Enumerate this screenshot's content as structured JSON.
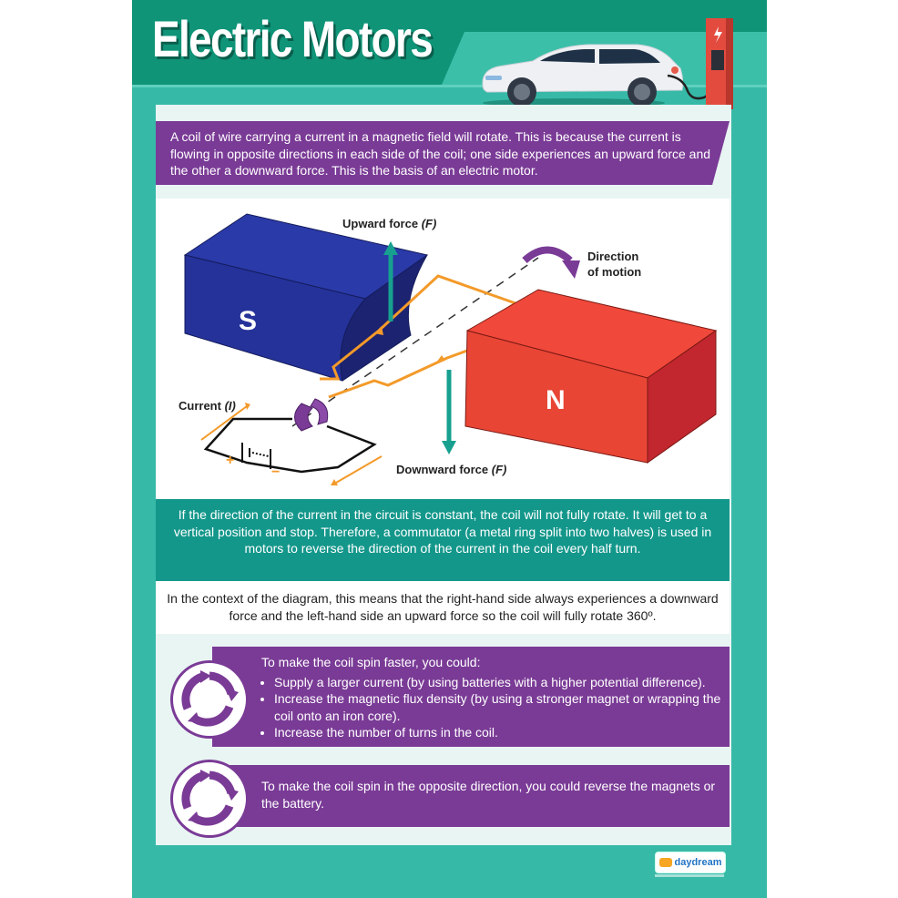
{
  "poster": {
    "title": "Electric Motors",
    "colors": {
      "header_green": "#0f9478",
      "background_teal": "#37b9a8",
      "purple": "#7a3b96",
      "teal_box": "#14978b",
      "magnet_s": "#25329a",
      "magnet_n": "#e84535",
      "wire_orange": "#f39a2a",
      "force_arrow": "#17a08f"
    },
    "header_illustration": "electric-car-charging",
    "intro": "A coil of wire carrying a current in a magnetic field will rotate. This is because the current is flowing in opposite directions in each side of the coil; one side experiences an upward force and the other a downward force. This is the basis of an electric motor.",
    "diagram": {
      "magnet_south": "S",
      "magnet_north": "N",
      "label_upward": "Upward force",
      "label_upward_symbol": "(F)",
      "label_downward": "Downward force",
      "label_downward_symbol": "(F)",
      "label_direction_line1": "Direction",
      "label_direction_line2": "of motion",
      "label_current": "Current",
      "label_current_symbol": "(I)",
      "battery_plus": "+",
      "battery_minus": "−"
    },
    "commutator_note": "If the direction of the current in the circuit is constant, the coil will not fully rotate. It will get to a vertical position and stop. Therefore, a commutator (a metal ring split into two halves) is used in motors to reverse the direction of the current in the coil every half turn.",
    "context_note": "In the context of the diagram, this means that the right-hand side always experiences a downward force and the left-hand side an upward force so the coil will fully rotate 360º.",
    "tip_faster": {
      "heading": "To make the coil spin faster, you could:",
      "bullets": [
        "Supply a larger current (by using batteries with a higher potential difference).",
        "Increase the magnetic flux density (by using a stronger magnet or wrapping the coil onto an iron core).",
        "Increase the number of turns in the coil."
      ]
    },
    "tip_reverse": {
      "text": "To make the coil spin in the opposite direction, you could reverse the magnets or the battery."
    },
    "logo": "daydream"
  }
}
